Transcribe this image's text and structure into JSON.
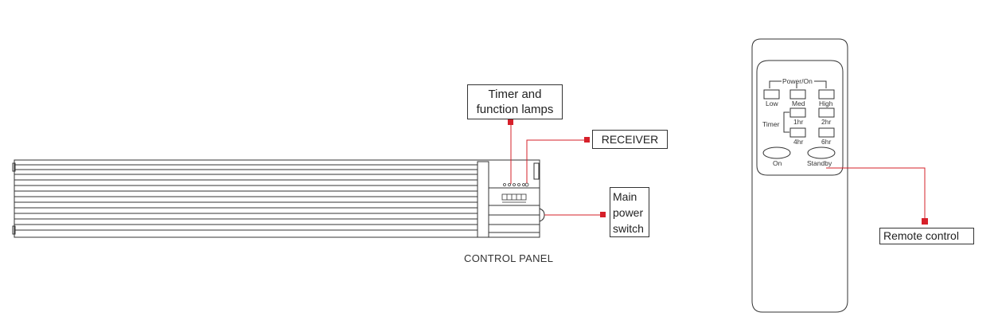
{
  "heater": {
    "callouts": {
      "timer_lamps": [
        "Timer and",
        "function lamps"
      ],
      "receiver": "RECEIVER",
      "main_power": [
        "Main",
        "power",
        "switch"
      ]
    },
    "caption": "CONTROL PANEL"
  },
  "remote": {
    "callout": "Remote control",
    "power_group_label": "Power/On",
    "power_buttons": [
      "Low",
      "Med",
      "High"
    ],
    "timer_label": "Timer",
    "timer_buttons": [
      "1hr",
      "2hr",
      "4hr",
      "6hr"
    ],
    "on_label": "On",
    "standby_label": "Standby"
  },
  "colors": {
    "marker": "#d6202a",
    "line": "#333333"
  }
}
